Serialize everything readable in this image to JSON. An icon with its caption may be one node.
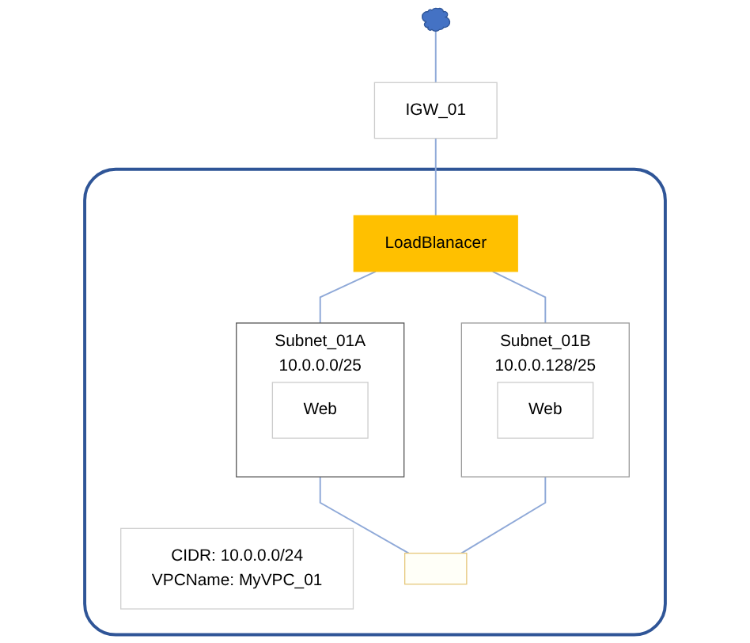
{
  "diagram": {
    "nodes": [
      {
        "text": [],
        "shape": "cloud"
      },
      {
        "text": [
          "IGW_01"
        ]
      },
      {
        "text": [],
        "shape": "box"
      },
      {
        "text": [
          "CIDR: 10.0.0.0/24",
          "VPCName: MyVPC_01"
        ],
        "in": 2
      },
      {
        "text": [
          "LoadBlanacer"
        ],
        "in": 2
      },
      {
        "text": [
          "Subnet_01A",
          "10.0.0.0/25"
        ],
        "in": 2
      },
      {
        "text": [
          "Web"
        ],
        "in": 5
      },
      {
        "text": [
          "Subnet_01B",
          "10.0.0.128/25"
        ],
        "in": 2
      },
      {
        "text": [
          "Web"
        ],
        "in": 7
      },
      {
        "text": [],
        "shape": "box",
        "in": 2
      }
    ],
    "edges": [
      {
        "from": 0,
        "to": 1,
        "arrow": "none"
      },
      {
        "from": 1,
        "to": 4,
        "arrow": "none"
      },
      {
        "from": 4,
        "to": 5,
        "arrow": "none"
      },
      {
        "from": 4,
        "to": 7,
        "arrow": "none"
      },
      {
        "from": 5,
        "to": 9,
        "arrow": "none"
      },
      {
        "from": 7,
        "to": 9,
        "arrow": "none"
      }
    ]
  }
}
